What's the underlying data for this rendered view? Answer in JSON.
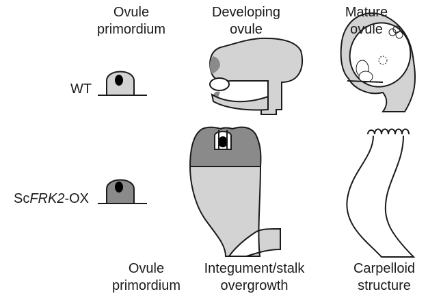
{
  "headers": {
    "col1": {
      "line1": "Ovule",
      "line2": "primordium"
    },
    "col2": {
      "line1": "Developing",
      "line2": "ovule"
    },
    "col3": {
      "line1": "Mature",
      "line2": "ovule"
    }
  },
  "rows": {
    "wt": "WT",
    "ox_prefix": "Sc",
    "ox_gene": "FRK2",
    "ox_suffix": "-OX"
  },
  "footers": {
    "col1": {
      "line1": "Ovule",
      "line2": "primordium"
    },
    "col2": {
      "line1": "Integument/stalk",
      "line2": "overgrowth"
    },
    "col3": {
      "line1": "Carpelloid",
      "line2": "structure"
    }
  },
  "colors": {
    "light_grey": "#d3d3d3",
    "dark_grey": "#8a8a8a",
    "outline": "#1a1a1a",
    "background": "#ffffff"
  }
}
